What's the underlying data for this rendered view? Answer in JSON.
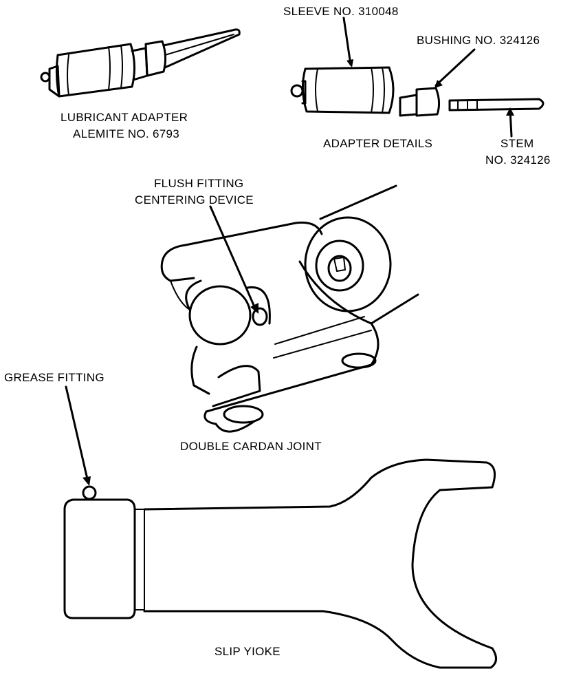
{
  "labels": {
    "sleeve": "SLEEVE NO. 310048",
    "bushing": "BUSHING NO. 324126",
    "lubricant_adapter_line1": "LUBRICANT ADAPTER",
    "lubricant_adapter_line2": "ALEMITE NO. 6793",
    "adapter_details": "ADAPTER DETAILS",
    "stem_line1": "STEM",
    "stem_line2": "NO. 324126",
    "flush_fitting_line1": "FLUSH FITTING",
    "flush_fitting_line2": "CENTERING DEVICE",
    "grease_fitting": "GREASE FITTING",
    "double_cardan_joint": "DOUBLE CARDAN JOINT",
    "slip_yoke": "SLIP YIOKE"
  },
  "colors": {
    "ink": "#000000",
    "paper": "#ffffff"
  }
}
